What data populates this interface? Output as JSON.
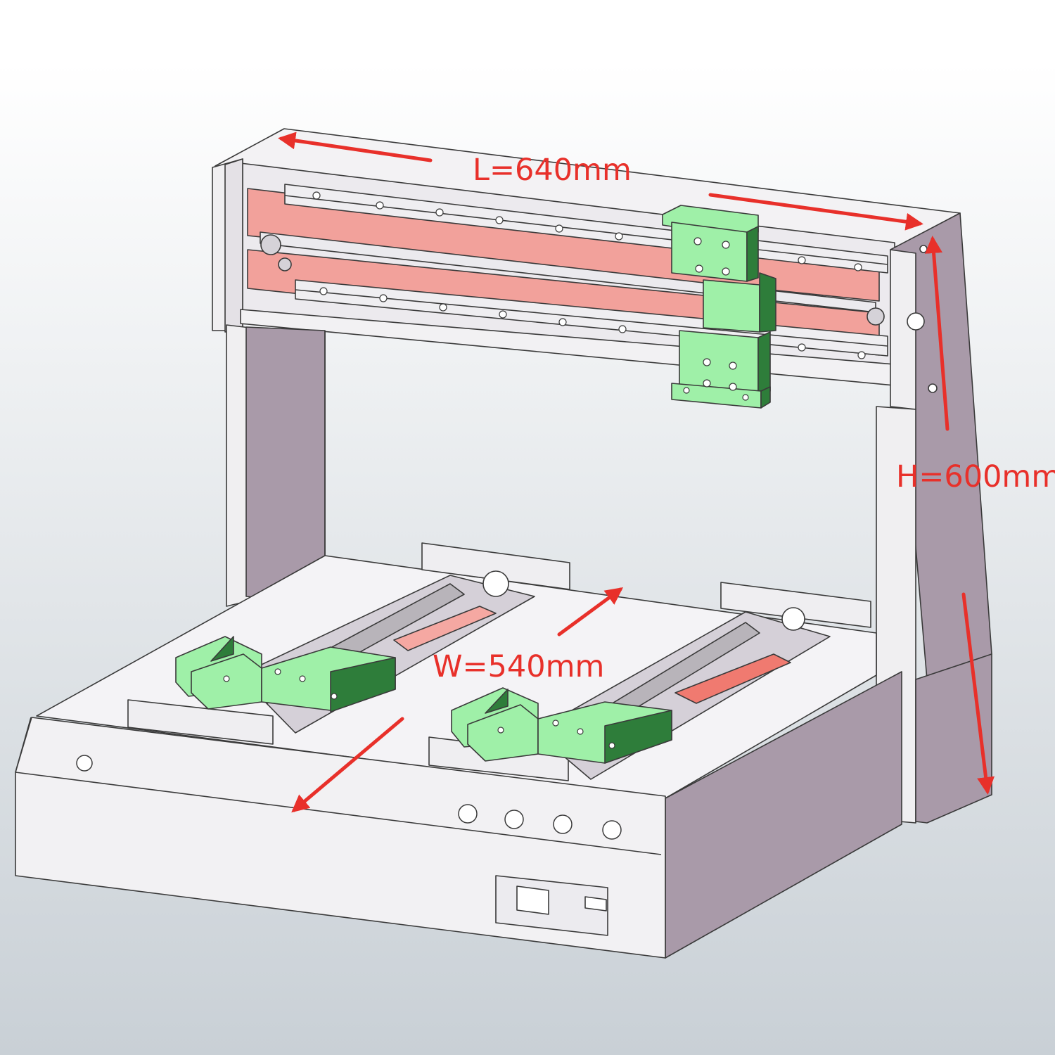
{
  "dimensions": {
    "length": "L=640mm",
    "height": "H=600mm",
    "width": "W=540mm"
  },
  "colors": {
    "viewport_top": "#ffffff",
    "viewport_bottom": "#c9d0d6",
    "panel_face": "#f0eff1",
    "panel_side": "#a99aa9",
    "rail_salmon": "#f2a19b",
    "rail_salmon_bright": "#f07a70",
    "carriage_light": "#9ff0a8",
    "carriage_dark": "#2e7d3a",
    "dimension_red": "#e8302a"
  },
  "parts": {
    "x_axis_carriage": "green-carriage",
    "y_axis_carriages": "green-carriage",
    "gantry": "frame",
    "base": "frame"
  }
}
